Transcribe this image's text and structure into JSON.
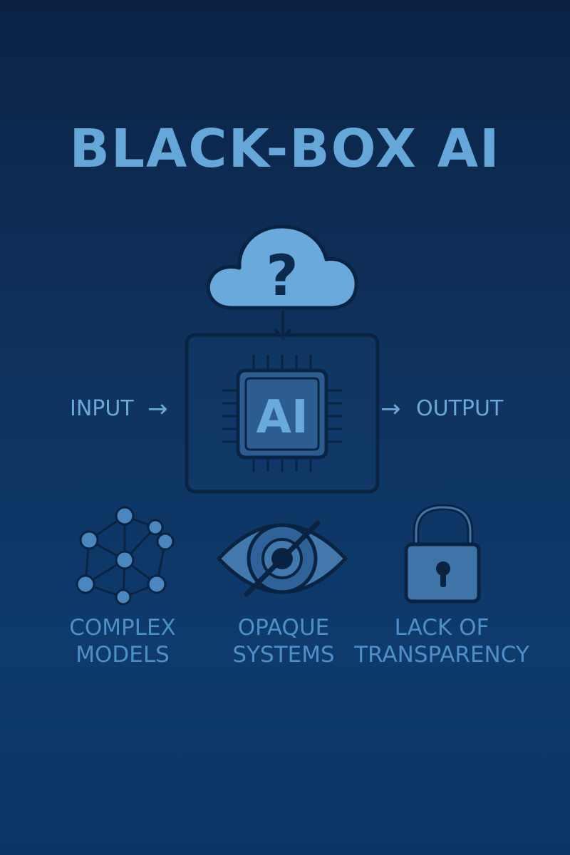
{
  "title": "BLACK-BOX AI",
  "flow": {
    "input_label": "INPUT",
    "output_label": "OUTPUT",
    "chip_label": "AI",
    "cloud_symbol": "?"
  },
  "features": [
    {
      "icon": "network-graph-icon",
      "line1": "COMPLEX",
      "line2": "MODELS"
    },
    {
      "icon": "crossed-eye-icon",
      "line1": "OPAQUE",
      "line2": "SYSTEMS"
    },
    {
      "icon": "padlock-icon",
      "line1": "LACK OF",
      "line2": "TRANSPARENCY"
    }
  ],
  "colors": {
    "background_top": "#0b2244",
    "background_bottom": "#0e3a6c",
    "accent_light": "#64a7d8",
    "icon_fill": "#3f74a8",
    "outline_dark": "#0a2342"
  }
}
